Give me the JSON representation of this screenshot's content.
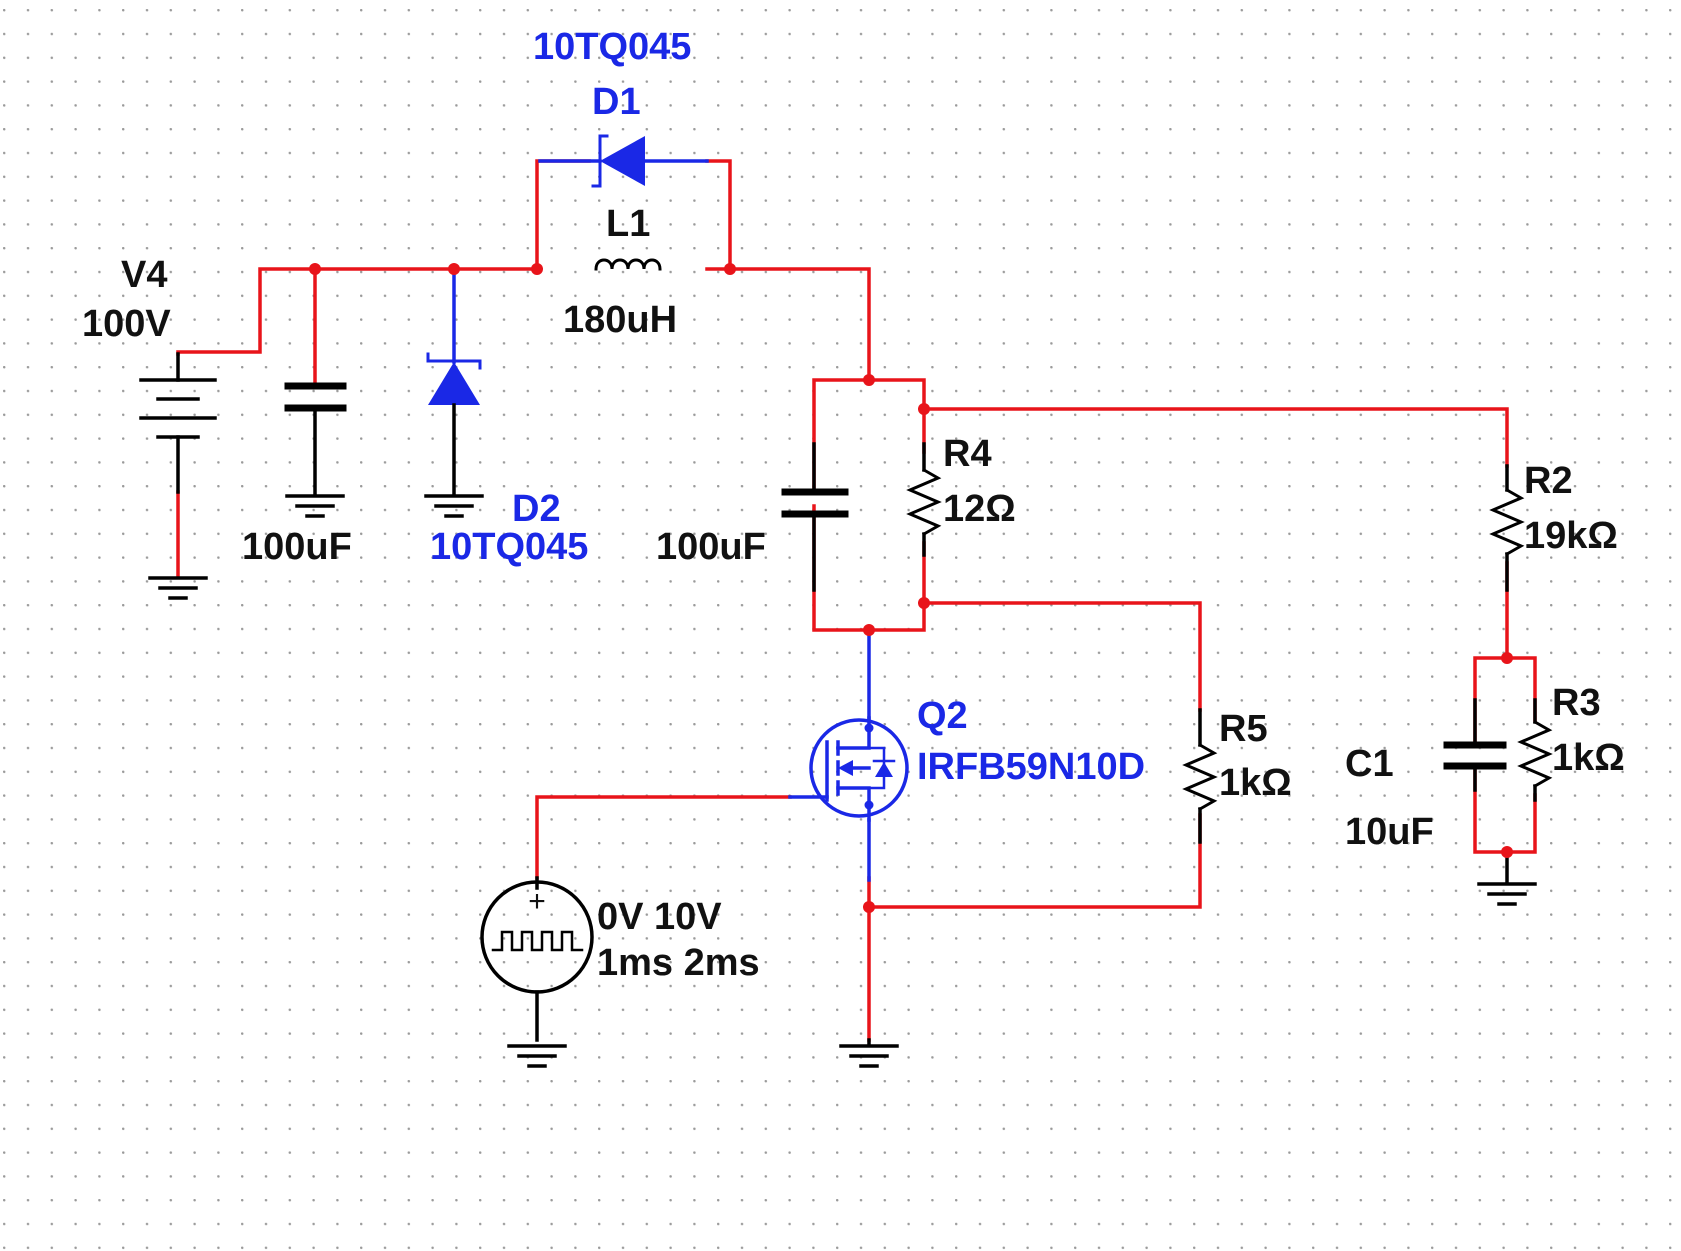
{
  "colors": {
    "wire": "#e8141a",
    "semiconductor": "#1a28e6",
    "component": "#000000",
    "grid_dot": "#9a9a9a",
    "background": "#ffffff"
  },
  "components": {
    "V4": {
      "ref": "V4",
      "value": "100V",
      "icon": "dc-battery-icon"
    },
    "C_in": {
      "value": "100uF",
      "icon": "capacitor-icon"
    },
    "D2": {
      "ref": "D2",
      "model": "10TQ045",
      "icon": "schottky-diode-icon"
    },
    "D1": {
      "ref": "D1",
      "model": "10TQ045",
      "icon": "schottky-diode-icon"
    },
    "L1": {
      "ref": "L1",
      "value": "180uH",
      "icon": "inductor-icon"
    },
    "C_out": {
      "value": "100uF",
      "icon": "capacitor-icon"
    },
    "R4": {
      "ref": "R4",
      "value": "12Ω",
      "icon": "resistor-icon"
    },
    "R2": {
      "ref": "R2",
      "value": "19kΩ",
      "icon": "resistor-icon"
    },
    "R3": {
      "ref": "R3",
      "value": "1kΩ",
      "icon": "resistor-icon"
    },
    "C1": {
      "ref": "C1",
      "value": "10uF",
      "icon": "capacitor-icon"
    },
    "R5": {
      "ref": "R5",
      "value": "1kΩ",
      "icon": "resistor-icon"
    },
    "Q2": {
      "ref": "Q2",
      "model": "IRFB59N10D",
      "icon": "nmos-transistor-icon"
    },
    "PulseSource": {
      "levels": "0V 10V",
      "timing": "1ms 2ms",
      "plus_sign": "+",
      "icon": "pulse-voltage-source-icon"
    }
  }
}
